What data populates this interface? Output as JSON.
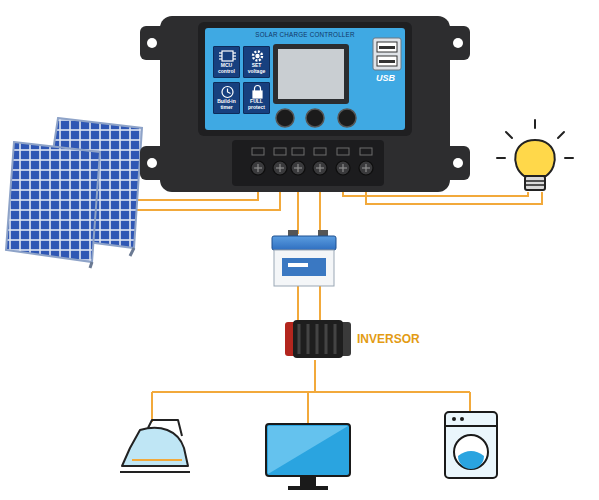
{
  "diagram": {
    "nodes": [
      {
        "text": [
          "SOLAR CHARGE CONTROLLER"
        ]
      },
      {
        "text": [
          "MCU control"
        ],
        "in": 0
      },
      {
        "text": [
          "SET voltage"
        ],
        "in": 0
      },
      {
        "text": [
          "Build-in timer"
        ],
        "in": 0
      },
      {
        "text": [
          "FULL protect"
        ],
        "in": 0
      },
      {
        "text": [
          "INVERSOR"
        ]
      }
    ],
    "labels": [
      "USB"
    ]
  }
}
